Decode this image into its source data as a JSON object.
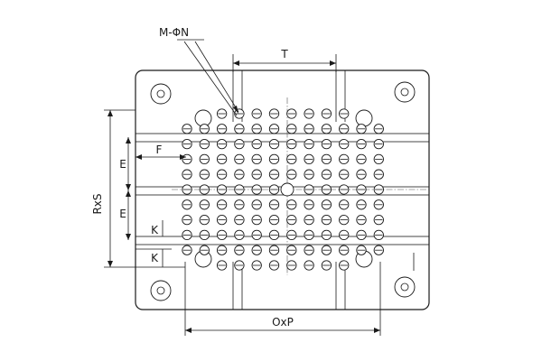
{
  "labels": {
    "hole_callout": "M-ΦN",
    "top_dim": "T",
    "left_offset": "F",
    "row_spacing_1": "E",
    "row_spacing_2": "E",
    "height_dim": "RxS",
    "slot_gap_1": "K",
    "slot_gap_2": "K",
    "bottom_dim": "OxP"
  },
  "grid": {
    "rows": 11,
    "cols": 12
  }
}
